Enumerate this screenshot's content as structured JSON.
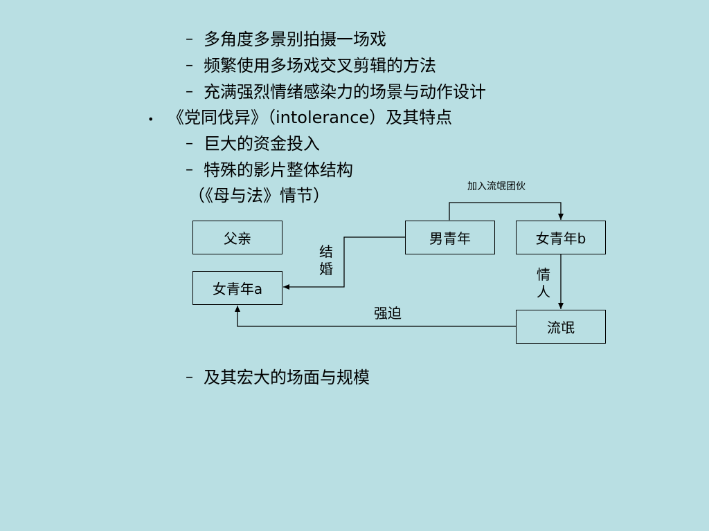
{
  "outline": {
    "items": [
      {
        "marker": "–",
        "text": "多角度多景别拍摄一场戏"
      },
      {
        "marker": "–",
        "text": "频繁使用多场戏交叉剪辑的方法"
      },
      {
        "marker": "–",
        "text": "充满强烈情绪感染力的场景与动作设计"
      },
      {
        "marker": "•",
        "text": "《党同伐异》（intolerance）及其特点"
      },
      {
        "marker": "–",
        "text": "巨大的资金投入"
      },
      {
        "marker": "–",
        "text": "特殊的影片整体结构"
      },
      {
        "marker": "",
        "text": "（《母与法》情节）"
      },
      {
        "marker": "–",
        "text": "及其宏大的场面与规模"
      }
    ]
  },
  "diagram": {
    "nodes": {
      "father": "父亲",
      "young_man": "男青年",
      "young_woman_b": "女青年b",
      "young_woman_a": "女青年a",
      "hooligan": "流氓"
    },
    "edges": {
      "join_gang": "加入流氓团伙",
      "marriage_char1": "结",
      "marriage_char2": "婚",
      "lover_char1": "情",
      "lover_char2": "人",
      "coerce": "强迫"
    }
  }
}
